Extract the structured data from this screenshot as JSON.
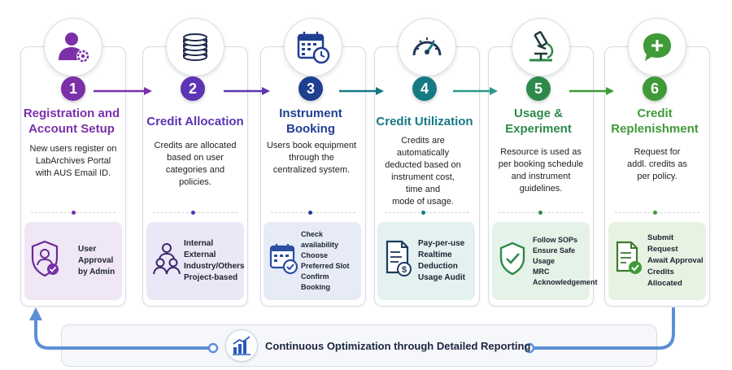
{
  "steps": [
    {
      "number": "1",
      "title_lines": [
        "Registration and",
        "Account Setup"
      ],
      "desc_lines": [
        "New users register on",
        "LabArchives Portal",
        "with AUS Email ID."
      ],
      "panel_lines": [
        "User",
        "Approval",
        "by Admin"
      ],
      "icon": "user-gear-icon",
      "panel_icon": "shield-user-check-icon",
      "color": "#7b2fa8"
    },
    {
      "number": "2",
      "title_lines": [
        "Credit Allocation"
      ],
      "desc_lines": [
        "Credits are allocated",
        "based on user",
        "categories and",
        "policies."
      ],
      "panel_lines": [
        "Internal",
        "External",
        "Industry/Others",
        "Project-based"
      ],
      "icon": "coin-stack-icon",
      "panel_icon": "user-group-icon",
      "color": "#5b35b5"
    },
    {
      "number": "3",
      "title_lines": [
        "Instrument",
        "Booking"
      ],
      "desc_lines": [
        "Users book equipment",
        "through the",
        "centralized system."
      ],
      "panel_lines": [
        "Check availability",
        "Choose",
        "Preferred Slot",
        "Confirm",
        "Booking"
      ],
      "icon": "calendar-clock-icon",
      "panel_icon": "calendar-check-icon",
      "color": "#1f3f91"
    },
    {
      "number": "4",
      "title_lines": [
        "Credit Utilization"
      ],
      "desc_lines": [
        "Credits are",
        "automatically",
        "deducted based on",
        "instrument cost,",
        "time and",
        "mode of usage."
      ],
      "panel_lines": [
        "Pay-per-use",
        "Realtime",
        "Deduction",
        "Usage Audit"
      ],
      "icon": "gauge-icon",
      "panel_icon": "invoice-dollar-icon",
      "color": "#167a84"
    },
    {
      "number": "5",
      "title_lines": [
        "Usage &",
        "Experiment"
      ],
      "desc_lines": [
        "Resource is used as",
        "per booking schedule",
        "and instrument",
        "guidelines."
      ],
      "panel_lines": [
        "Follow SOPs",
        "Ensure Safe",
        "Usage",
        "MRC",
        "Acknowledgement"
      ],
      "icon": "microscope-icon",
      "panel_icon": "shield-check-icon",
      "color": "#2e8a4a"
    },
    {
      "number": "6",
      "title_lines": [
        "Credit",
        "Replenishment"
      ],
      "desc_lines": [
        "Request for",
        "addl. credits as",
        "per policy."
      ],
      "panel_lines": [
        "Submit Request",
        "Await Approval",
        "Credits",
        "Allocated"
      ],
      "icon": "chat-plus-icon",
      "panel_icon": "document-check-icon",
      "color": "#3f9a38"
    }
  ],
  "footer": {
    "label": "Continuous Optimization through Detailed Reporting",
    "icon": "bar-chart-icon"
  },
  "colors": {
    "loop_arrow": "#5b8fd6",
    "card_border": "#d7dbe2"
  }
}
